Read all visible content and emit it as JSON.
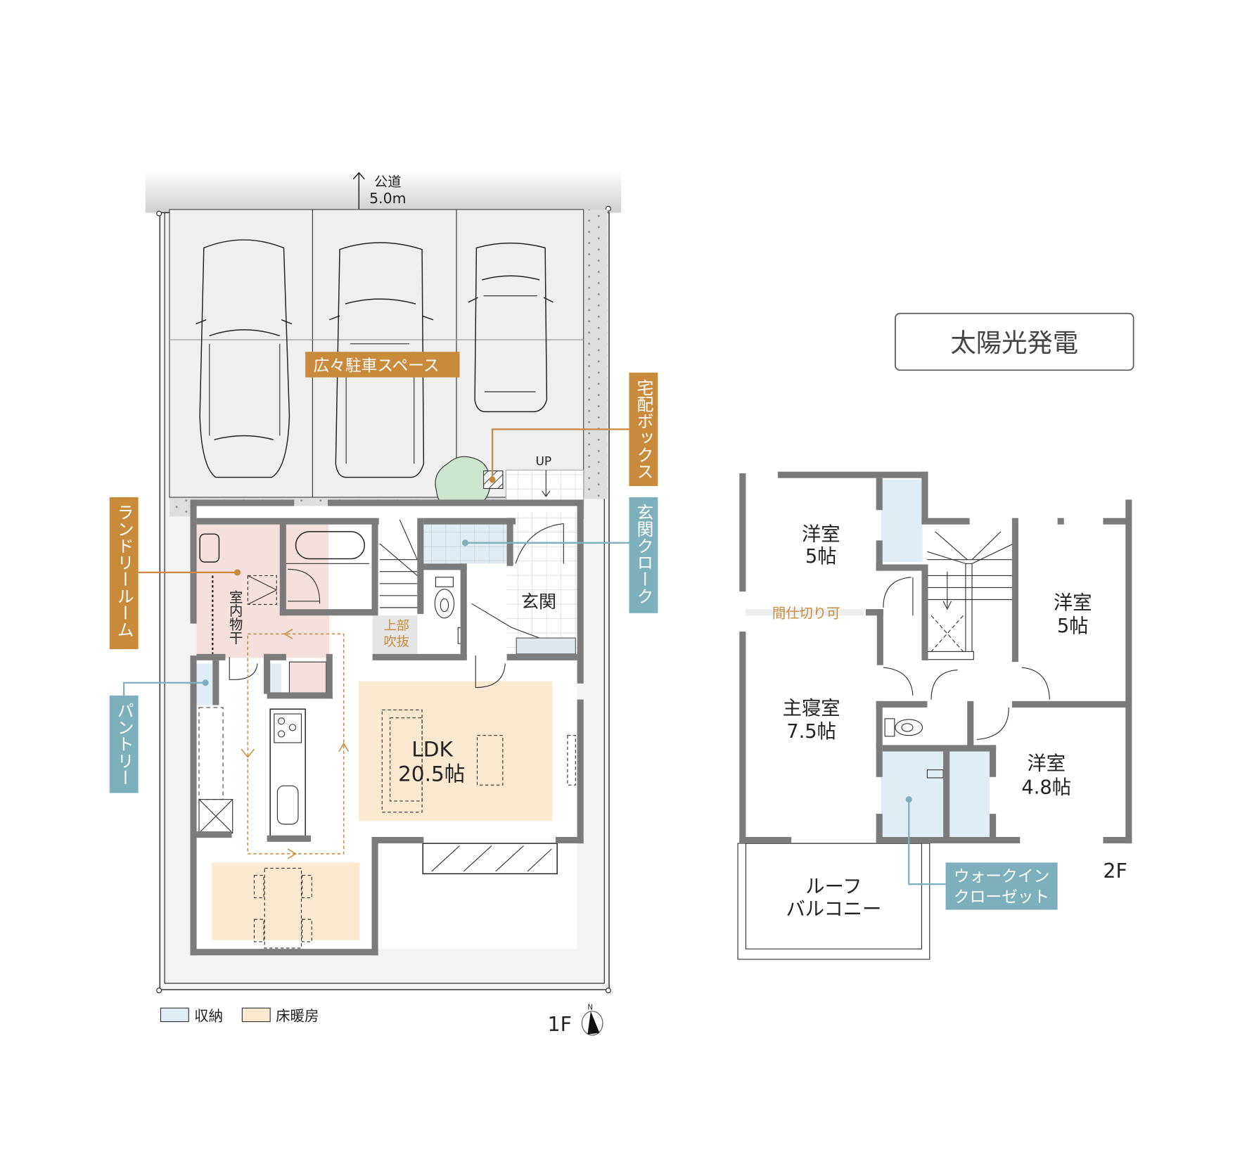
{
  "colors": {
    "wall": "#7b7b7b",
    "accent_orange": "#c98a3c",
    "accent_blue": "#7dafbd",
    "laundry_pink": "#f5e0de",
    "floor_heating": "#fcead0",
    "storage": "#e0edf4",
    "parking": "#efefef"
  },
  "road": {
    "name": "公道",
    "width": "5.0m"
  },
  "callouts": {
    "parking": "広々駐車スペース",
    "delivery_box": "宅配ボックス",
    "entrance_cloak": "玄関クローク",
    "laundry_room": "ランドリールーム",
    "pantry": "パントリー",
    "wic_line1": "ウォークイン",
    "wic_line2": "クローゼット"
  },
  "solar": "太陽光発電",
  "floor1": {
    "label": "1F",
    "up": "UP",
    "drying": "室内物干",
    "void_line1": "上部",
    "void_line2": "吹抜",
    "entrance": "玄関",
    "ldk_name": "LDK",
    "ldk_size": "20.5帖"
  },
  "floor2": {
    "label": "2F",
    "room_nw_name": "洋室",
    "room_nw_size": "5帖",
    "room_ne_name": "洋室",
    "room_ne_size": "5帖",
    "master_name": "主寝室",
    "master_size": "7.5帖",
    "room_se_name": "洋室",
    "room_se_size": "4.8帖",
    "partition": "間仕切り可",
    "balcony_line1": "ルーフ",
    "balcony_line2": "バルコニー"
  },
  "legend": {
    "storage": "収納",
    "floor_heating": "床暖房"
  },
  "compass": {
    "north": "N"
  }
}
